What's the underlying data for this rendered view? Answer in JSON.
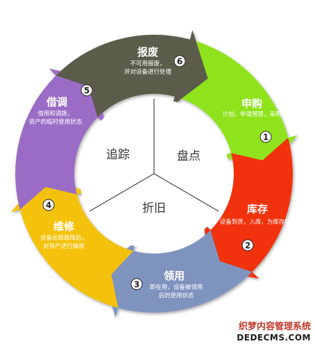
{
  "center": {
    "labels": [
      "追踪",
      "盘点",
      "折旧"
    ]
  },
  "segments": [
    {
      "id": "shenqing",
      "title": "申购",
      "desc": [
        "计划、申请预算，采购"
      ],
      "number": "1",
      "color": "#8fe31c"
    },
    {
      "id": "kucun",
      "title": "库存",
      "desc": [
        "设备到货，入库，为库存状态"
      ],
      "number": "2",
      "color": "#f1320a"
    },
    {
      "id": "lingyong",
      "title": "领用",
      "desc": [
        "即在用，设备被领用",
        "后的使用状态"
      ],
      "number": "3",
      "color": "#7f93bf"
    },
    {
      "id": "weixiu",
      "title": "维修",
      "desc": [
        "设备出现故障后，",
        "对资产进行维修"
      ],
      "number": "4",
      "color": "#f4c20d"
    },
    {
      "id": "jiediao",
      "title": "借调",
      "desc": [
        "借用和调拨，",
        "资产的临时使用状态"
      ],
      "number": "5",
      "color": "#9b6cc6"
    },
    {
      "id": "baofei",
      "title": "报废",
      "desc": [
        "不可用报废，",
        "并对设备进行处理"
      ],
      "number": "6",
      "color": "#5b5c4c"
    }
  ],
  "watermark": {
    "cn": "织梦内容管理系统",
    "en": "DEDECMS.COM"
  }
}
